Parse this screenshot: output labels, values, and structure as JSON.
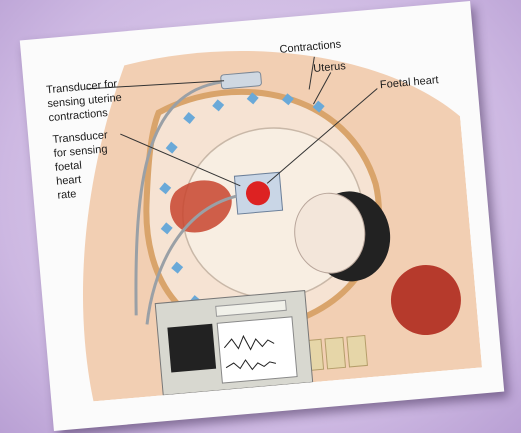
{
  "diagram": {
    "labels": {
      "contractions": "Contractions",
      "uterus": "Uterus",
      "foetal_heart": "Foetal heart",
      "transducer_uterine": [
        "Transducer for",
        "sensing uterine",
        "contractions"
      ],
      "transducer_foetal": [
        "Transducer",
        "for sensing",
        "foetal",
        "heart",
        "rate"
      ]
    },
    "colors": {
      "background": "#d9c9e8",
      "card": "#fbfbfb",
      "skin": "#f2cfb3",
      "uterus": "#e8a0a0",
      "sensor": "#6aa9d8",
      "monitor": "#d8d8d0"
    }
  }
}
